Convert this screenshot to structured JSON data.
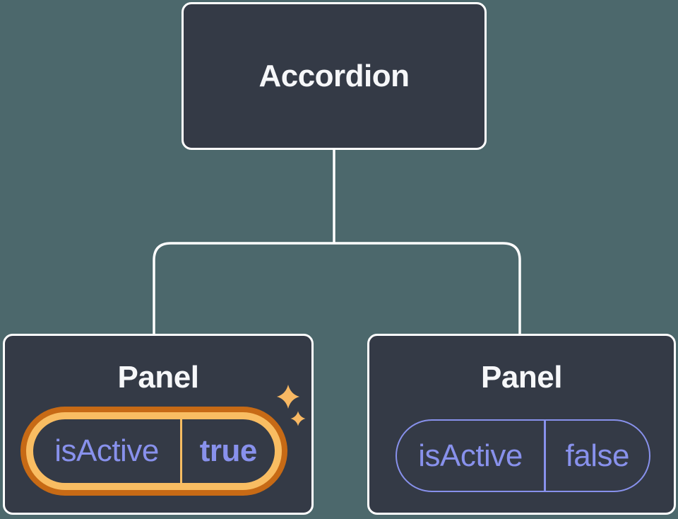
{
  "tree": {
    "root": {
      "title": "Accordion"
    },
    "children": [
      {
        "title": "Panel",
        "state": {
          "key": "isActive",
          "value": "true"
        },
        "highlighted": true
      },
      {
        "title": "Panel",
        "state": {
          "key": "isActive",
          "value": "false"
        },
        "highlighted": false
      }
    ]
  },
  "colors": {
    "background": "#4C686C",
    "node_fill": "#343A46",
    "node_border": "#FFFFFF",
    "title_text": "#F6F7F9",
    "connector": "#FFFFFF",
    "state_text": "#8891EC",
    "pill_border": "#8891EC",
    "highlight_ring_outer": "#C76A15",
    "highlight_ring_inner": "#F9BD62",
    "sparkle": "#F8B863"
  }
}
